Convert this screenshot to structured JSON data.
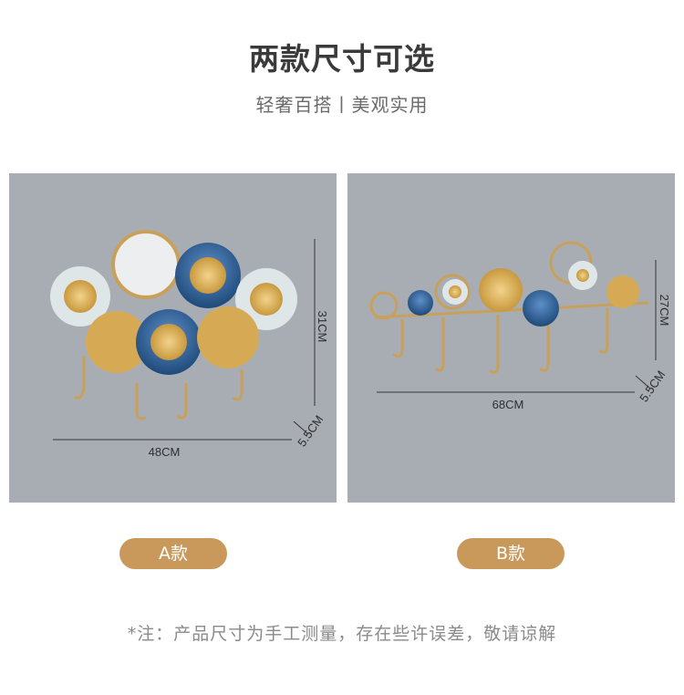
{
  "header": {
    "title": "两款尺寸可选",
    "subtitle": "轻奢百搭丨美观实用"
  },
  "product_a": {
    "label": "A款",
    "width": "48CM",
    "height": "31CM",
    "depth": "5.5CM"
  },
  "product_b": {
    "label": "B款",
    "width": "68CM",
    "height": "27CM",
    "depth": "5.5CM"
  },
  "footer": {
    "note": "*注：产品尺寸为手工测量，存在些许误差，敬请谅解"
  },
  "colors": {
    "wall": "#a8adb4",
    "gold": "#c8995a",
    "blue": "#2b5a8c",
    "pale_blue": "#dde6e8"
  }
}
